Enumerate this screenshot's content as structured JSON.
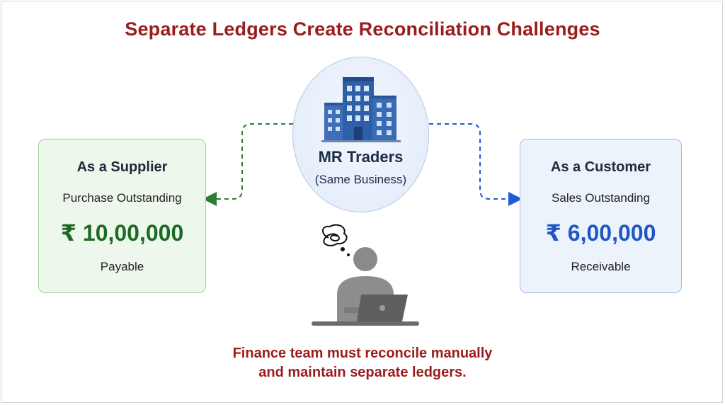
{
  "title": "Separate Ledgers Create Reconciliation Challenges",
  "business": {
    "name": "MR Traders",
    "note": "(Same Business)",
    "icon": "office-building-icon"
  },
  "supplier": {
    "title": "As a Supplier",
    "subtitle": "Purchase Outstanding",
    "amount": "₹ 10,00,000",
    "label": "Payable",
    "color": "#1c6b24"
  },
  "customer": {
    "title": "As a Customer",
    "subtitle": "Sales Outstanding",
    "amount": "₹ 6,00,000",
    "label": "Receivable",
    "color": "#1f56c5"
  },
  "person_icon": "confused-person-with-laptop-icon",
  "footer": {
    "line1": "Finance team must reconcile manually",
    "line2": "and maintain separate ledgers."
  },
  "colors": {
    "title": "#9b1c1c",
    "supplier_line": "#2e7d32",
    "customer_line": "#1e5cd8"
  }
}
